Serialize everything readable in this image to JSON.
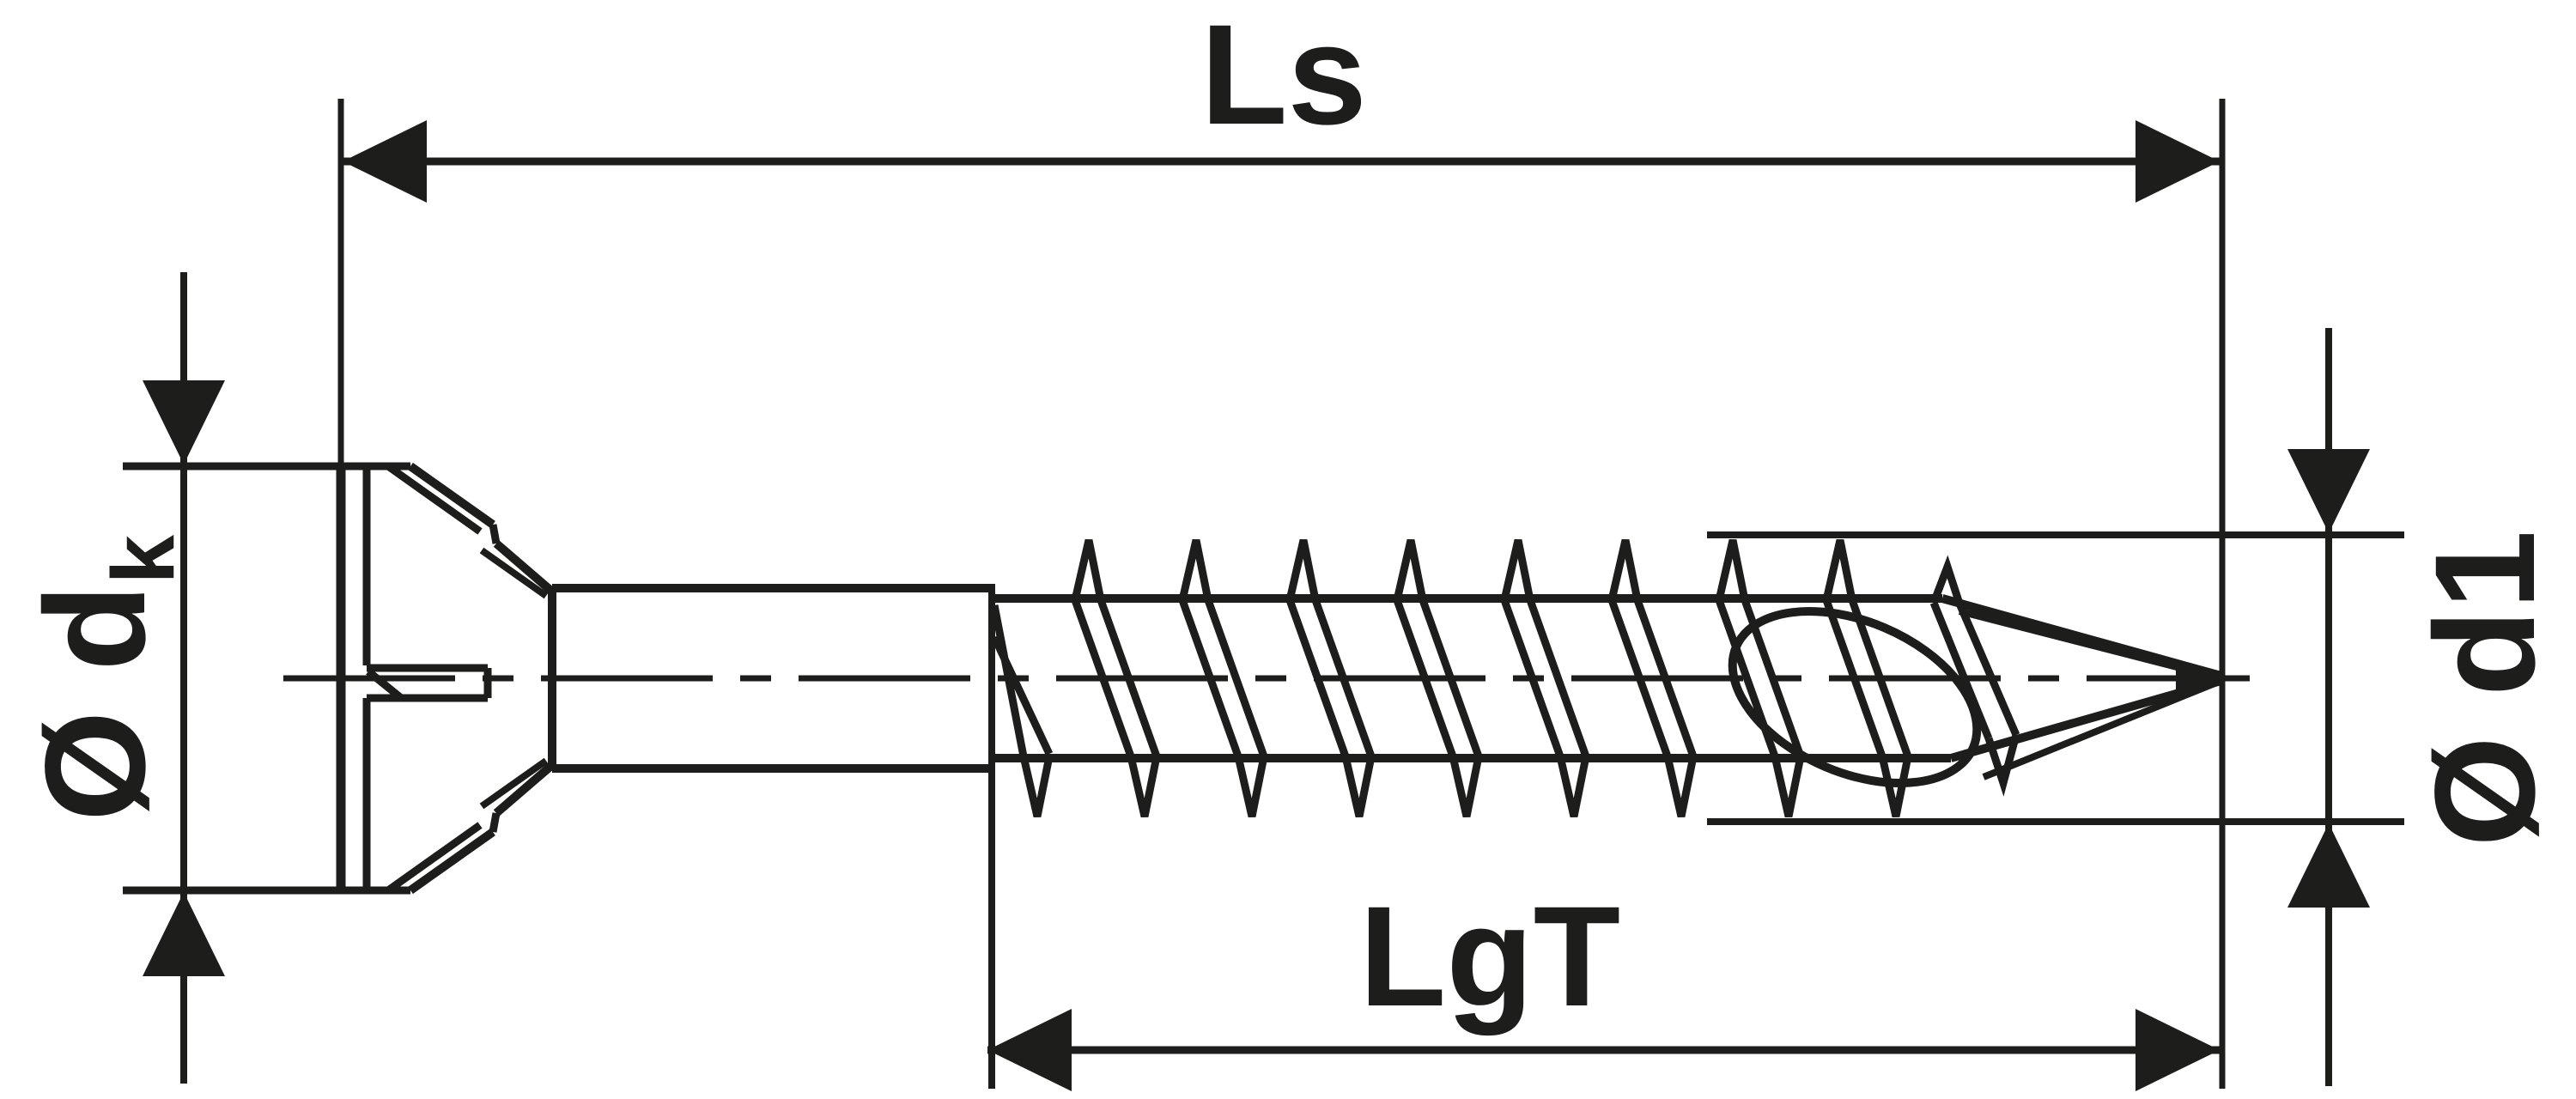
{
  "diagram": {
    "labels": {
      "length_overall": "Ls",
      "length_thread": "LgT",
      "head_diameter_prefix": "Ø d",
      "head_diameter_sub": "k",
      "thread_diameter": "Ø d1"
    },
    "colors": {
      "line": "#1d1d1b",
      "background": "#ffffff"
    }
  }
}
